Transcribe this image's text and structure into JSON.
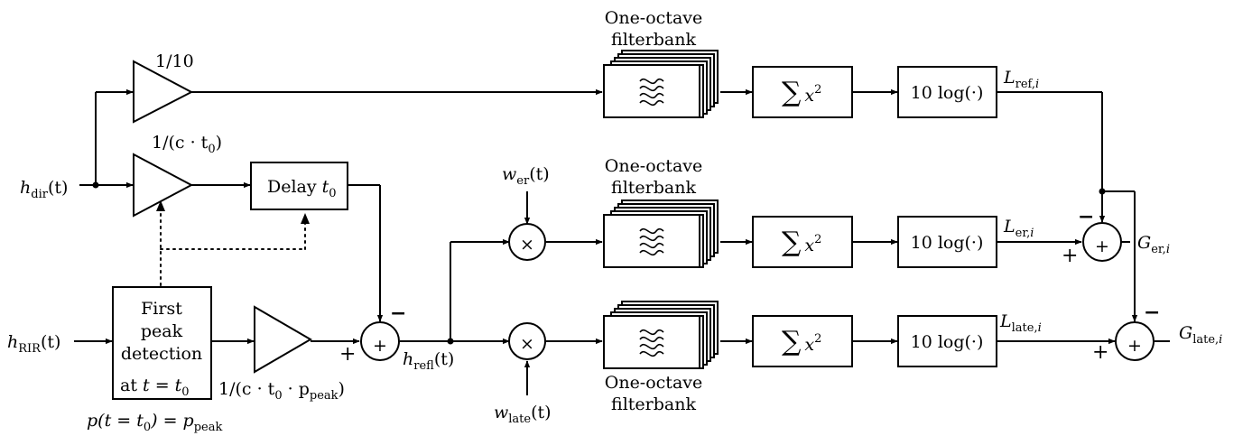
{
  "inputs": {
    "h_dir": {
      "base": "h",
      "sub": "dir",
      "arg": "(t)"
    },
    "h_rir": {
      "base": "h",
      "sub": "RIR",
      "arg": "(t)"
    }
  },
  "gains": {
    "upper": "1/10",
    "middle": {
      "pre": "1/(c · t",
      "sub": "0",
      "post": ")"
    },
    "lower": {
      "pre": "1/(c · t",
      "sub0": "0",
      "mid": " · p",
      "sub1": "peak",
      "post": ")"
    }
  },
  "delay": {
    "text": "Delay ",
    "var": "t",
    "sub": "0"
  },
  "peak_detection": {
    "lines": [
      "First",
      "peak",
      "detection"
    ],
    "last_pre": "at ",
    "last_var": "t = t",
    "last_sub": "0"
  },
  "peak_eq": {
    "pre": "p(t = t",
    "sub0": "0",
    "mid": ") = p",
    "sub1": "peak"
  },
  "h_refl": {
    "base": "h",
    "sub": "refl",
    "arg": "(t)"
  },
  "windows": {
    "er": {
      "base": "w",
      "sub": "er",
      "arg": "(t)"
    },
    "late": {
      "base": "w",
      "sub": "late",
      "arg": "(t)"
    }
  },
  "filterbank": {
    "line1": "One-octave",
    "line2": "filterbank"
  },
  "sum_block": {
    "sigma": "∑",
    "var": "x",
    "sup": "2"
  },
  "log_block": {
    "pre": "10 log(·)"
  },
  "levels": {
    "ref": {
      "base": "L",
      "sub": "ref,",
      "subi": "i"
    },
    "er": {
      "base": "L",
      "sub": "er,",
      "subi": "i"
    },
    "late": {
      "base": "L",
      "sub": "late,",
      "subi": "i"
    }
  },
  "outputs": {
    "er": {
      "base": "G",
      "sub": "er,",
      "subi": "i"
    },
    "late": {
      "base": "G",
      "sub": "late,",
      "subi": "i"
    }
  },
  "signs": {
    "plus": "+",
    "minus": "−"
  },
  "symbols": {
    "sum_node": "+",
    "multiply": "×"
  }
}
